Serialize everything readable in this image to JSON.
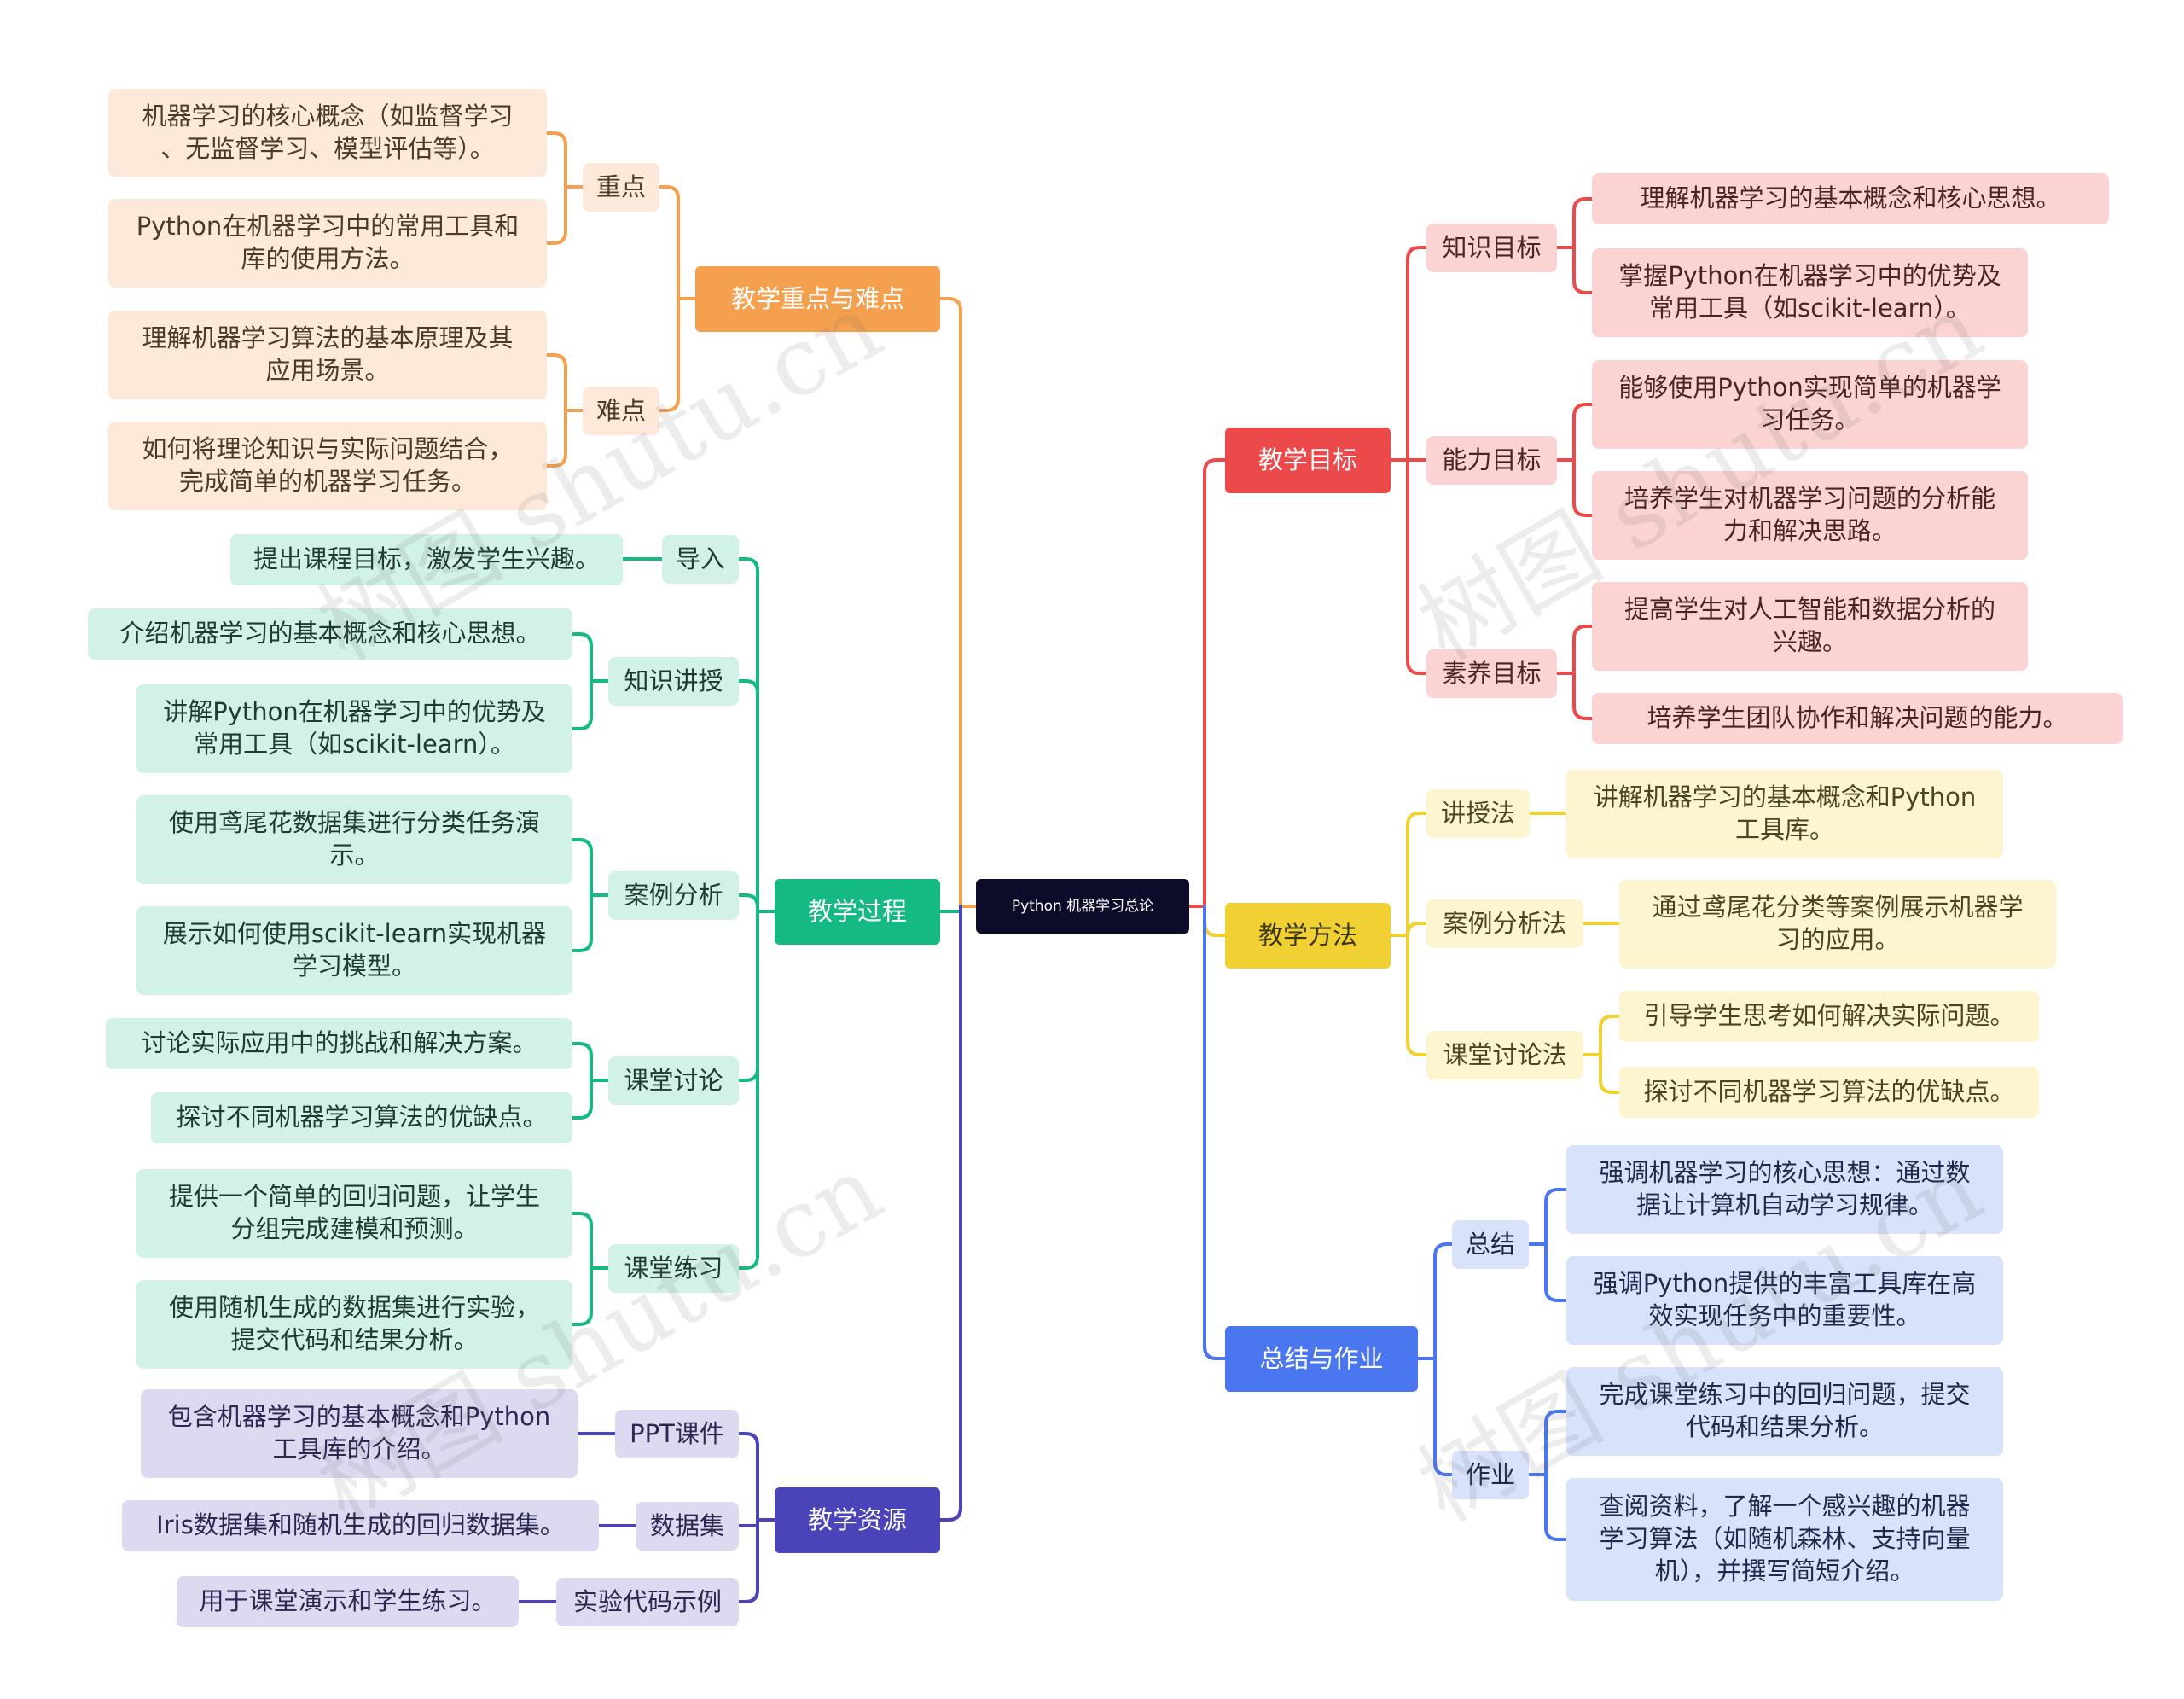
{
  "root": "Python 机器学习总论",
  "colors": {
    "orange": "#f5a04e",
    "red": "#ec4a4a",
    "green": "#14b984",
    "yellow": "#f0d032",
    "blue": "#4a77f0",
    "indigo": "#4a44b8"
  },
  "branches": {
    "key_points": {
      "label": "教学重点与难点",
      "zhongdian": {
        "label": "重点",
        "items": [
          "机器学习的核心概念（如监督学习\n、无监督学习、模型评估等）。",
          "Python在机器学习中的常用工具和\n库的使用方法。"
        ]
      },
      "nandian": {
        "label": "难点",
        "items": [
          "理解机器学习算法的基本原理及其\n应用场景。",
          "如何将理论知识与实际问题结合，\n完成简单的机器学习任务。"
        ]
      }
    },
    "process": {
      "label": "教学过程",
      "daoru": {
        "label": "导入",
        "items": [
          "提出课程目标，激发学生兴趣。"
        ]
      },
      "zhishi": {
        "label": "知识讲授",
        "items": [
          "介绍机器学习的基本概念和核心思想。",
          "讲解Python在机器学习中的优势及\n常用工具（如scikit-learn）。"
        ]
      },
      "anli": {
        "label": "案例分析",
        "items": [
          "使用鸢尾花数据集进行分类任务演\n示。",
          "展示如何使用scikit-learn实现机器\n学习模型。"
        ]
      },
      "taolun": {
        "label": "课堂讨论",
        "items": [
          "讨论实际应用中的挑战和解决方案。",
          "探讨不同机器学习算法的优缺点。"
        ]
      },
      "lianxi": {
        "label": "课堂练习",
        "items": [
          "提供一个简单的回归问题，让学生\n分组完成建模和预测。",
          "使用随机生成的数据集进行实验，\n提交代码和结果分析。"
        ]
      }
    },
    "resources": {
      "label": "教学资源",
      "ppt": {
        "label": "PPT课件",
        "items": [
          "包含机器学习的基本概念和Python\n工具库的介绍。"
        ]
      },
      "dataset": {
        "label": "数据集",
        "items": [
          "Iris数据集和随机生成的回归数据集。"
        ]
      },
      "code": {
        "label": "实验代码示例",
        "items": [
          "用于课堂演示和学生练习。"
        ]
      }
    },
    "goals": {
      "label": "教学目标",
      "knowledge": {
        "label": "知识目标",
        "items": [
          "理解机器学习的基本概念和核心思想。",
          "掌握Python在机器学习中的优势及\n常用工具（如scikit-learn）。"
        ]
      },
      "ability": {
        "label": "能力目标",
        "items": [
          "能够使用Python实现简单的机器学\n习任务。",
          "培养学生对机器学习问题的分析能\n力和解决思路。"
        ]
      },
      "quality": {
        "label": "素养目标",
        "items": [
          "提高学生对人工智能和数据分析的\n兴趣。",
          "培养学生团队协作和解决问题的能力。"
        ]
      }
    },
    "methods": {
      "label": "教学方法",
      "lecture": {
        "label": "讲授法",
        "items": [
          "讲解机器学习的基本概念和Python\n工具库。"
        ]
      },
      "case": {
        "label": "案例分析法",
        "items": [
          "通过鸢尾花分类等案例展示机器学\n习的应用。"
        ]
      },
      "discuss": {
        "label": "课堂讨论法",
        "items": [
          "引导学生思考如何解决实际问题。",
          "探讨不同机器学习算法的优缺点。"
        ]
      }
    },
    "summary": {
      "label": "总结与作业",
      "zongjie": {
        "label": "总结",
        "items": [
          "强调机器学习的核心思想：通过数\n据让计算机自动学习规律。",
          "强调Python提供的丰富工具库在高\n效实现任务中的重要性。"
        ]
      },
      "zuoye": {
        "label": "作业",
        "items": [
          "完成课堂练习中的回归问题，提交\n代码和结果分析。",
          "查阅资料，了解一个感兴趣的机器\n学习算法（如随机森林、支持向量\n机），并撰写简短介绍。"
        ]
      }
    }
  },
  "watermark": "树图 shutu.cn"
}
